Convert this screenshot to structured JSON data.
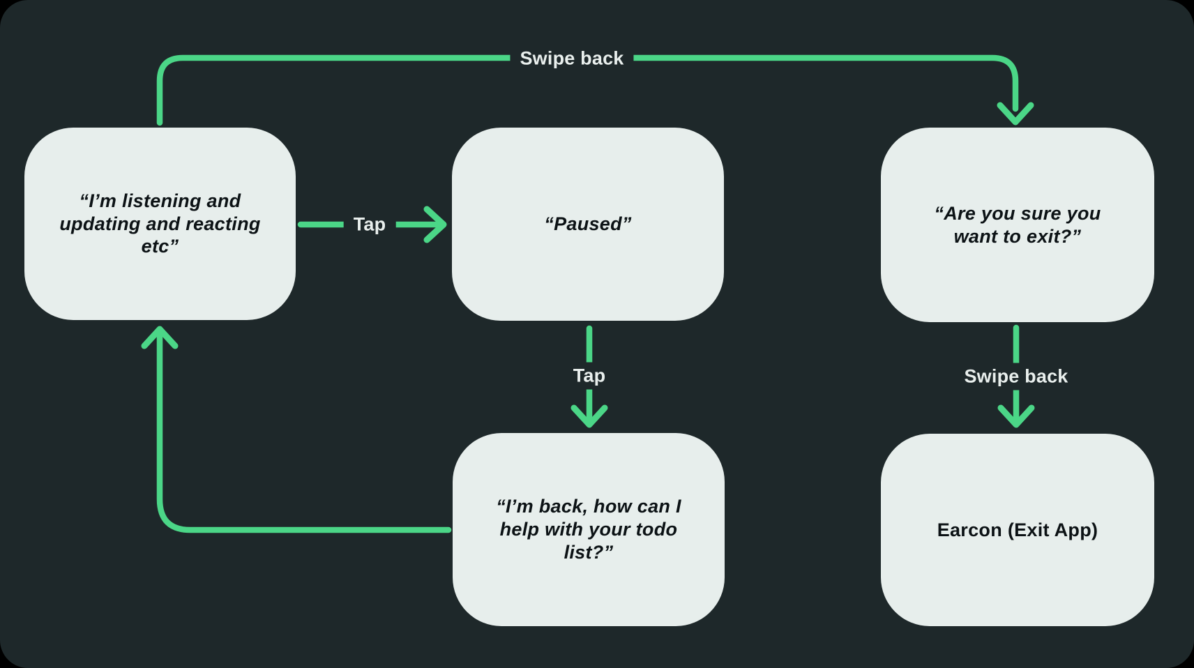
{
  "colors": {
    "background": "#000000",
    "panel": "#1e282a",
    "node_fill": "#e7eeec",
    "node_text": "#0c1215",
    "accent": "#4bd687",
    "label_text": "#e9efed"
  },
  "diagram": {
    "nodes": [
      {
        "id": "listening",
        "label": "“I’m listening and\nupdating and reacting\netc”"
      },
      {
        "id": "paused",
        "label": "“Paused”"
      },
      {
        "id": "exit-confirm",
        "label": "“Are you sure you\nwant to exit?”"
      },
      {
        "id": "back",
        "label": "“I’m back, how can I\nhelp with your todo\nlist?”"
      },
      {
        "id": "earcon",
        "label": "Earcon (Exit App)"
      }
    ],
    "edges": [
      {
        "from": "listening",
        "to": "exit-confirm",
        "label": "Swipe back"
      },
      {
        "from": "listening",
        "to": "paused",
        "label": "Tap"
      },
      {
        "from": "paused",
        "to": "back",
        "label": "Tap"
      },
      {
        "from": "back",
        "to": "listening",
        "label": ""
      },
      {
        "from": "exit-confirm",
        "to": "earcon",
        "label": "Swipe back"
      }
    ]
  }
}
